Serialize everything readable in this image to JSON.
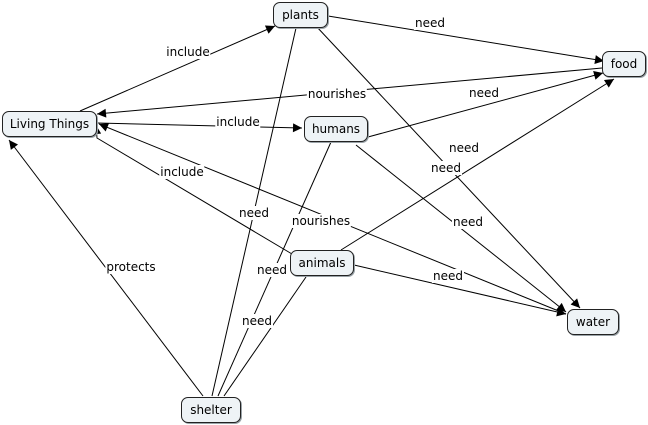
{
  "concept_map": {
    "nodes": [
      {
        "id": "living",
        "label": "Living Things"
      },
      {
        "id": "plants",
        "label": "plants"
      },
      {
        "id": "food",
        "label": "food"
      },
      {
        "id": "humans",
        "label": "humans"
      },
      {
        "id": "animals",
        "label": "animals"
      },
      {
        "id": "water",
        "label": "water"
      },
      {
        "id": "shelter",
        "label": "shelter"
      }
    ],
    "links": [
      {
        "from": "living",
        "to": "plants",
        "label": "include"
      },
      {
        "from": "plants",
        "to": "food",
        "label": "need"
      },
      {
        "from": "food",
        "to": "living",
        "label": "nourishes"
      },
      {
        "from": "living",
        "to": "humans",
        "label": "include"
      },
      {
        "from": "humans",
        "to": "food",
        "label": "need"
      },
      {
        "from": "animals",
        "to": "living",
        "label": "include"
      },
      {
        "from": "animals",
        "to": "food",
        "label": "need"
      },
      {
        "from": "plants",
        "to": "water",
        "label": "need"
      },
      {
        "from": "humans",
        "to": "water",
        "label": "need"
      },
      {
        "from": "water",
        "to": "living",
        "label": "nourishes"
      },
      {
        "from": "animals",
        "to": "water",
        "label": "need"
      },
      {
        "from": "shelter",
        "to": "living",
        "label": "protects"
      },
      {
        "from": "shelter",
        "to": "plants",
        "label": "need"
      },
      {
        "from": "shelter",
        "to": "humans",
        "label": "need"
      },
      {
        "from": "shelter",
        "to": "animals",
        "label": "need"
      }
    ]
  }
}
